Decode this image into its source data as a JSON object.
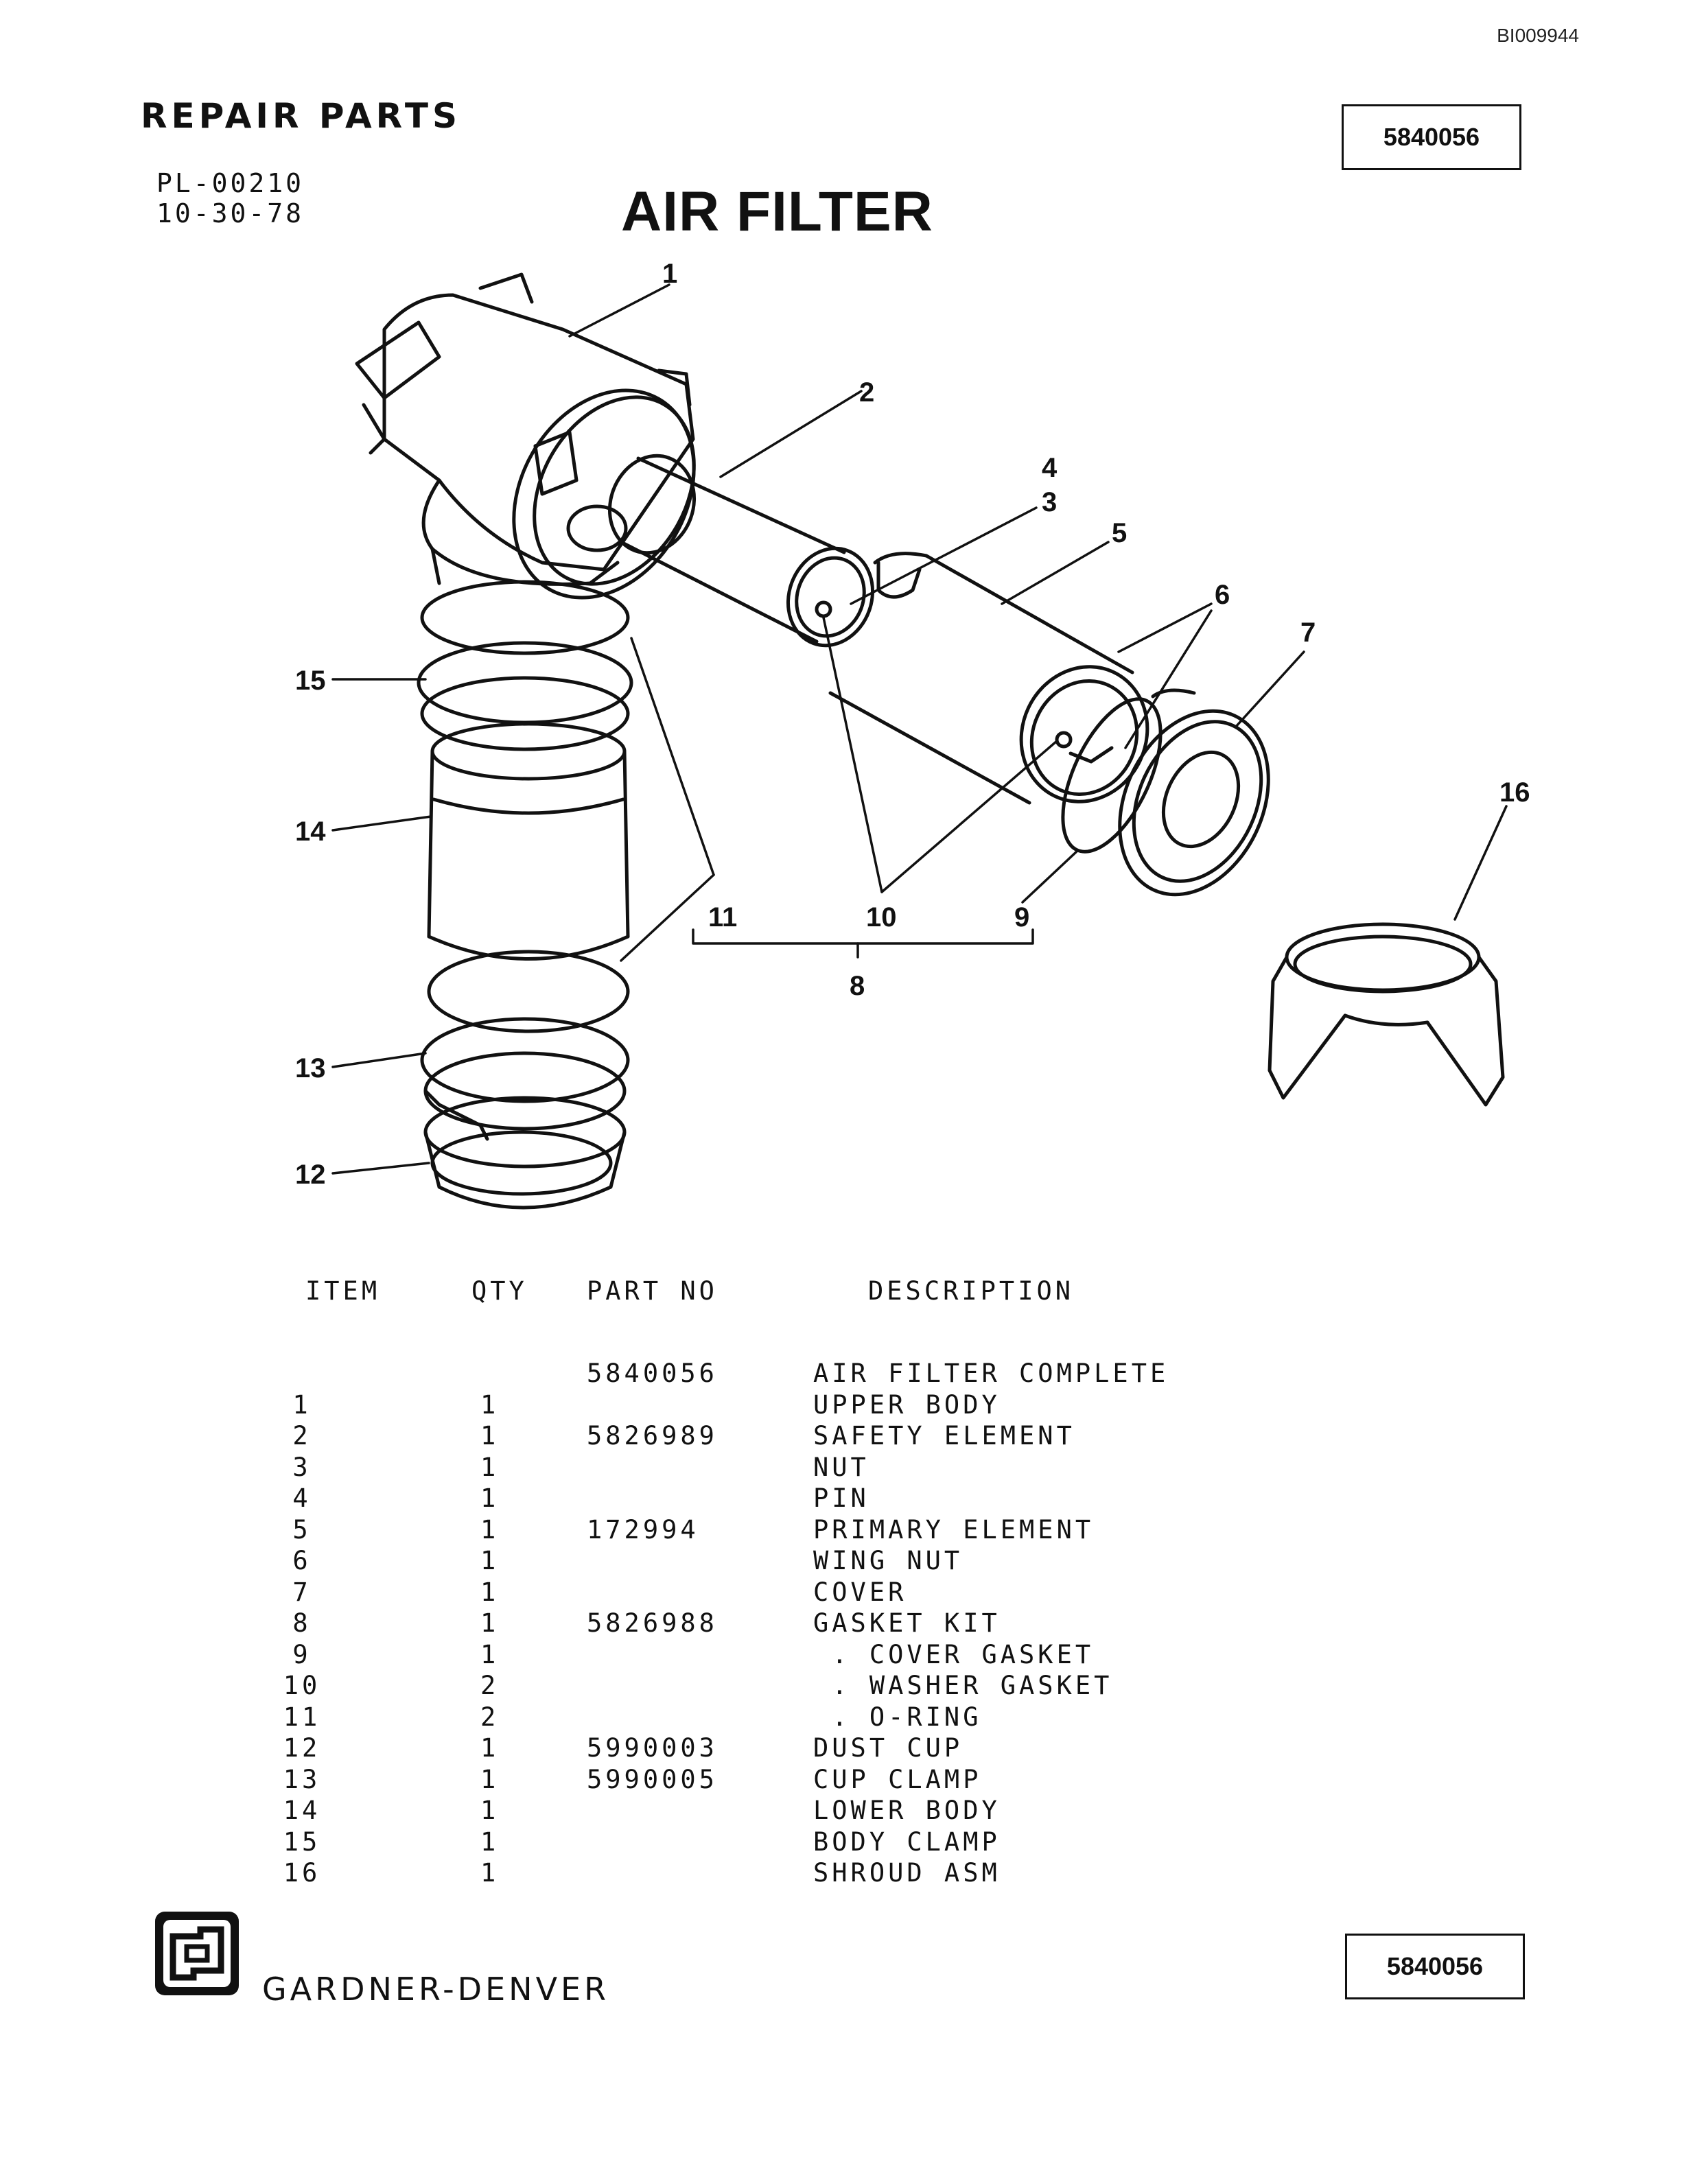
{
  "doc_id": "BI009944",
  "header": {
    "title": "REPAIR PARTS",
    "plate_number": "PL-00210",
    "date": "10-30-78",
    "part_number": "5840056"
  },
  "main_title": "AIR FILTER",
  "diagram": {
    "callouts": [
      "1",
      "2",
      "3",
      "4",
      "5",
      "6",
      "7",
      "8",
      "9",
      "10",
      "11",
      "12",
      "13",
      "14",
      "15",
      "16"
    ]
  },
  "table": {
    "headers": {
      "item": "ITEM",
      "qty": "QTY",
      "part_no": "PART NO",
      "description": "DESCRIPTION"
    },
    "rows": [
      {
        "item": "",
        "qty": "",
        "part_no": "5840056",
        "description": "AIR FILTER COMPLETE"
      },
      {
        "item": "1",
        "qty": "1",
        "part_no": "",
        "description": "UPPER BODY"
      },
      {
        "item": "2",
        "qty": "1",
        "part_no": "5826989",
        "description": "SAFETY ELEMENT"
      },
      {
        "item": "3",
        "qty": "1",
        "part_no": "",
        "description": "NUT"
      },
      {
        "item": "4",
        "qty": "1",
        "part_no": "",
        "description": "PIN"
      },
      {
        "item": "5",
        "qty": "1",
        "part_no": "172994",
        "description": "PRIMARY ELEMENT"
      },
      {
        "item": "6",
        "qty": "1",
        "part_no": "",
        "description": "WING NUT"
      },
      {
        "item": "7",
        "qty": "1",
        "part_no": "",
        "description": "COVER"
      },
      {
        "item": "8",
        "qty": "1",
        "part_no": "5826988",
        "description": "GASKET KIT"
      },
      {
        "item": "9",
        "qty": "1",
        "part_no": "",
        "description": " . COVER GASKET"
      },
      {
        "item": "10",
        "qty": "2",
        "part_no": "",
        "description": " . WASHER GASKET"
      },
      {
        "item": "11",
        "qty": "2",
        "part_no": "",
        "description": " . O-RING"
      },
      {
        "item": "12",
        "qty": "1",
        "part_no": "5990003",
        "description": "DUST CUP"
      },
      {
        "item": "13",
        "qty": "1",
        "part_no": "5990005",
        "description": "CUP CLAMP"
      },
      {
        "item": "14",
        "qty": "1",
        "part_no": "",
        "description": "LOWER BODY"
      },
      {
        "item": "15",
        "qty": "1",
        "part_no": "",
        "description": "BODY CLAMP"
      },
      {
        "item": "16",
        "qty": "1",
        "part_no": "",
        "description": "SHROUD ASM"
      }
    ]
  },
  "footer": {
    "brand": "GARDNER-DENVER",
    "part_number": "5840056"
  }
}
